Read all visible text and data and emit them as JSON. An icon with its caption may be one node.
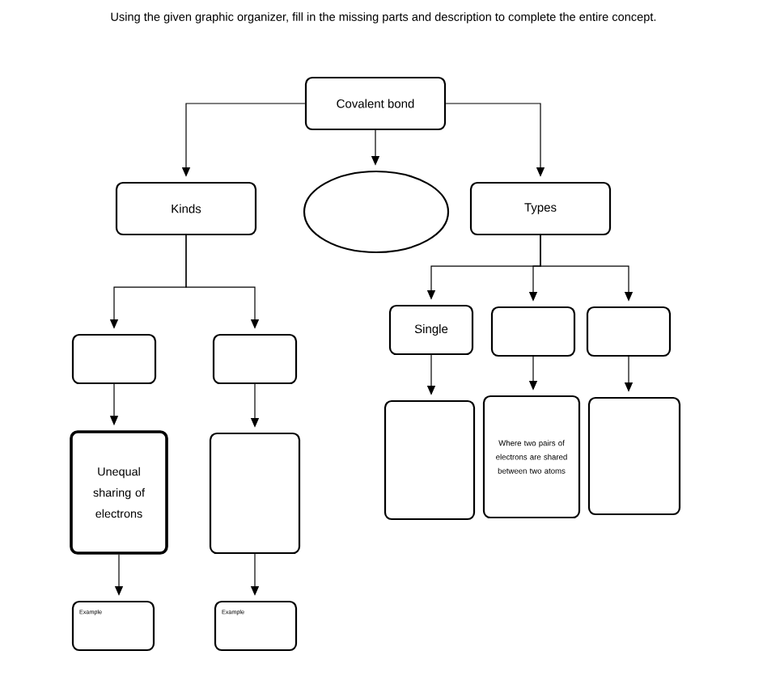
{
  "diagram": {
    "title": "Using the given graphic organizer, fill in the missing parts and description to complete the entire concept.",
    "nodes": [
      {
        "text": [
          "Covalent bond"
        ]
      },
      {
        "text": [
          "Kinds"
        ]
      },
      {
        "text": [],
        "shape": "ellipse"
      },
      {
        "text": [
          "Types"
        ]
      },
      {
        "text": [],
        "shape": "box"
      },
      {
        "text": [],
        "shape": "box"
      },
      {
        "text": [
          "Unequal sharing of electrons"
        ]
      },
      {
        "text": [],
        "shape": "box"
      },
      {
        "text": [
          "Example"
        ]
      },
      {
        "text": [
          "Example"
        ]
      },
      {
        "text": [
          "Single"
        ]
      },
      {
        "text": [],
        "shape": "box"
      },
      {
        "text": [],
        "shape": "box"
      },
      {
        "text": [],
        "shape": "box"
      },
      {
        "text": [
          "Where two pairs of electrons are shared between two atoms"
        ]
      },
      {
        "text": [],
        "shape": "box"
      }
    ],
    "edges": [
      {
        "from": 0,
        "to": 1,
        "arrow": "to"
      },
      {
        "from": 0,
        "to": 2,
        "arrow": "to"
      },
      {
        "from": 0,
        "to": 3,
        "arrow": "to"
      },
      {
        "from": 1,
        "to": 4,
        "arrow": "to"
      },
      {
        "from": 1,
        "to": 5,
        "arrow": "to"
      },
      {
        "from": 4,
        "to": 6,
        "arrow": "to"
      },
      {
        "from": 5,
        "to": 7,
        "arrow": "to"
      },
      {
        "from": 6,
        "to": 8,
        "arrow": "to"
      },
      {
        "from": 7,
        "to": 9,
        "arrow": "to"
      },
      {
        "from": 3,
        "to": 10,
        "arrow": "to"
      },
      {
        "from": 3,
        "to": 11,
        "arrow": "to"
      },
      {
        "from": 3,
        "to": 12,
        "arrow": "to"
      },
      {
        "from": 10,
        "to": 13,
        "arrow": "to"
      },
      {
        "from": 11,
        "to": 14,
        "arrow": "to"
      },
      {
        "from": 12,
        "to": 15,
        "arrow": "to"
      }
    ]
  }
}
